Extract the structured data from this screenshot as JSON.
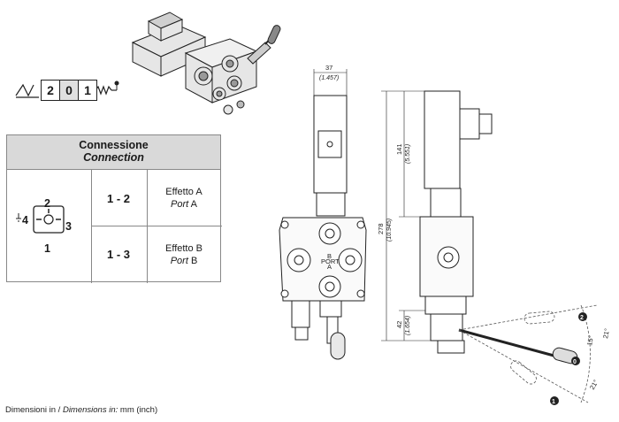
{
  "symbol": {
    "positions": [
      "2",
      "0",
      "1"
    ]
  },
  "table": {
    "header_it": "Connessione",
    "header_en": "Connection",
    "pins": [
      "2",
      "4",
      "3",
      "1"
    ],
    "rows": [
      {
        "pair": "1 - 2",
        "effect_it": "Effetto A",
        "effect_en": "Port",
        "effect_port": "A"
      },
      {
        "pair": "1 - 3",
        "effect_it": "Effetto B",
        "effect_en": "Port",
        "effect_port": "B"
      }
    ]
  },
  "dimensions": {
    "width_mm": "37",
    "width_in": "(1.457)",
    "total_mm": "278",
    "total_in": "(10.945)",
    "solenoid_mm": "141",
    "solenoid_in": "(5.551)",
    "lever_mm": "42",
    "lever_in": "(1.654)",
    "angle_15": "15°",
    "angle_21a": "21°",
    "angle_21b": "21°",
    "port_a": "A",
    "port_b": "B",
    "port_label": "PORT"
  },
  "lever_positions": [
    "2",
    "0",
    "1"
  ],
  "footer": {
    "prefix": "Dimensioni in / ",
    "italic": "Dimensions in:",
    "suffix": " mm (inch)"
  }
}
